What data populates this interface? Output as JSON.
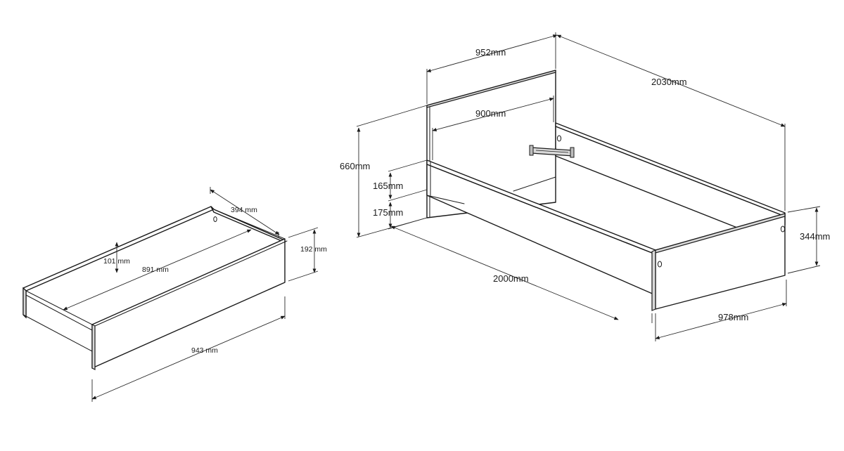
{
  "drawer": {
    "dimensions": {
      "depth": "394 mm",
      "height": "192 mm",
      "inner_height": "101 mm",
      "inner_width": "891 mm",
      "width": "943 mm"
    }
  },
  "bed": {
    "dimensions": {
      "head_width": "952mm",
      "length": "2030mm",
      "inner_width": "900mm",
      "head_height": "660mm",
      "side_height": "165mm",
      "clearance": "175mm",
      "frame_length": "2000mm",
      "foot_height": "344mm",
      "foot_width": "978mm"
    }
  },
  "colors": {
    "line": "#1a1a1a",
    "panel_edge": "#d9d9d9",
    "background": "#ffffff"
  }
}
